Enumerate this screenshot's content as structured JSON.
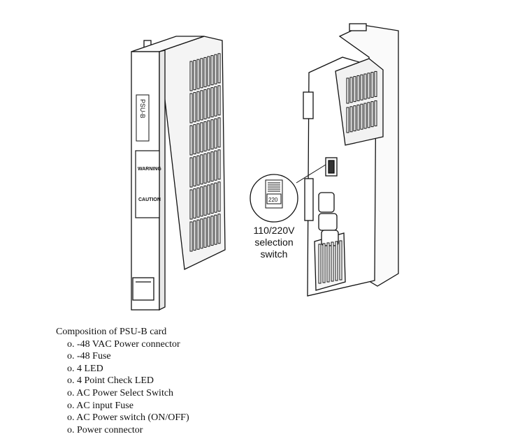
{
  "figure": {
    "front_card": {
      "vertical_label": "PSU-B",
      "warning_text": "WARNING",
      "caution_text": "CAUTION"
    },
    "rear_card": {
      "callout": {
        "line1": "110/220V",
        "line2": "selection",
        "line3": "switch",
        "switch_value": "220"
      }
    }
  },
  "composition": {
    "title": "Composition of PSU-B card",
    "items": [
      "o. -48 VAC Power connector",
      "o. -48 Fuse",
      "o. 4 LED",
      "o. 4 Point Check LED",
      "o. AC Power Select Switch",
      "o. AC input Fuse",
      "o. AC Power switch (ON/OFF)",
      "o. Power connector"
    ]
  }
}
